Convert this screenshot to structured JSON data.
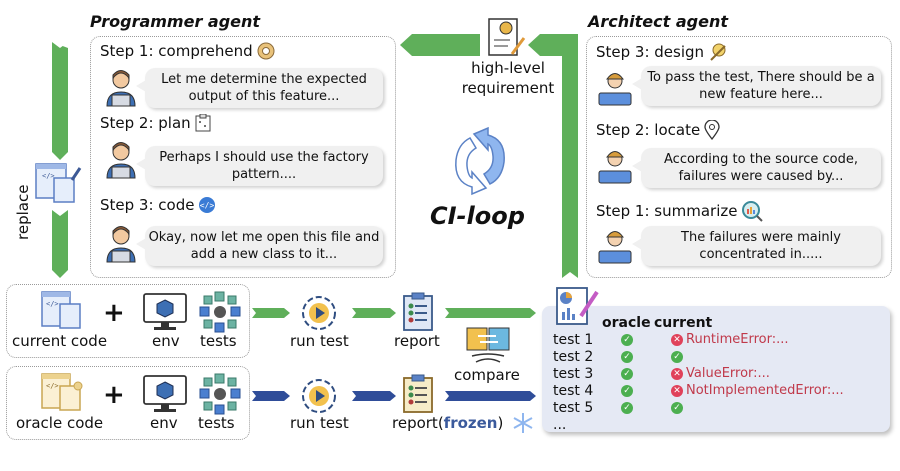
{
  "programmer": {
    "title": "Programmer agent",
    "steps": [
      {
        "label": "Step 1: comprehend",
        "icon": "brain-gear-icon",
        "message": "Let me determine the expected output of this feature..."
      },
      {
        "label": "Step 2: plan",
        "icon": "clipboard-plan-icon",
        "message": "Perhaps I should use the factory pattern...."
      },
      {
        "label": "Step 3: code",
        "icon": "code-badge-icon",
        "message": "Okay, now let me open this file and add a new class to it..."
      }
    ]
  },
  "architect": {
    "title": "Architect agent",
    "steps": [
      {
        "label": "Step 3: design",
        "icon": "lightbulb-pencil-icon",
        "message": "To pass the test, There should be a new feature here..."
      },
      {
        "label": "Step 2: locate",
        "icon": "location-pin-icon",
        "message": "According to the source code, failures were caused by..."
      },
      {
        "label": "Step 1: summarize",
        "icon": "magnifier-chart-icon",
        "message": "The failures were mainly concentrated in....."
      }
    ]
  },
  "requirement": {
    "line1": "high-level",
    "line2": "requirement"
  },
  "loop": {
    "label": "CI-loop"
  },
  "replace": {
    "label": "replace"
  },
  "pipelines": [
    {
      "code_label": "current code",
      "env_label": "env",
      "tests_label": "tests",
      "run_label": "run test",
      "report_label": "report",
      "color": "#5faf5a"
    },
    {
      "code_label": "oracle code",
      "env_label": "env",
      "tests_label": "tests",
      "run_label": "run test",
      "report_label": "report(",
      "report_frozen": "frozen",
      "report_close": ")",
      "color": "#2f4d99"
    }
  ],
  "plus": "+",
  "compare": {
    "label": "compare"
  },
  "results": {
    "headers": [
      "oracle",
      "current"
    ],
    "rows": [
      {
        "name": "test 1",
        "oracle": "pass",
        "current": "fail",
        "error": "RuntimeError:..."
      },
      {
        "name": "test 2",
        "oracle": "pass",
        "current": "pass",
        "error": ""
      },
      {
        "name": "test 3",
        "oracle": "pass",
        "current": "fail",
        "error": "ValueError:..."
      },
      {
        "name": "test 4",
        "oracle": "pass",
        "current": "fail",
        "error": "NotImplementedError:..."
      },
      {
        "name": "test 5",
        "oracle": "pass",
        "current": "pass",
        "error": ""
      }
    ],
    "ellipsis": "..."
  },
  "colors": {
    "green_arrow": "#5faf5a",
    "blue_arrow": "#2f4d99",
    "error_red": "#c0394a",
    "pass_green": "#4caf50",
    "panel_bg": "#e5e9f4",
    "loop_blue": "#8fb6ef"
  }
}
